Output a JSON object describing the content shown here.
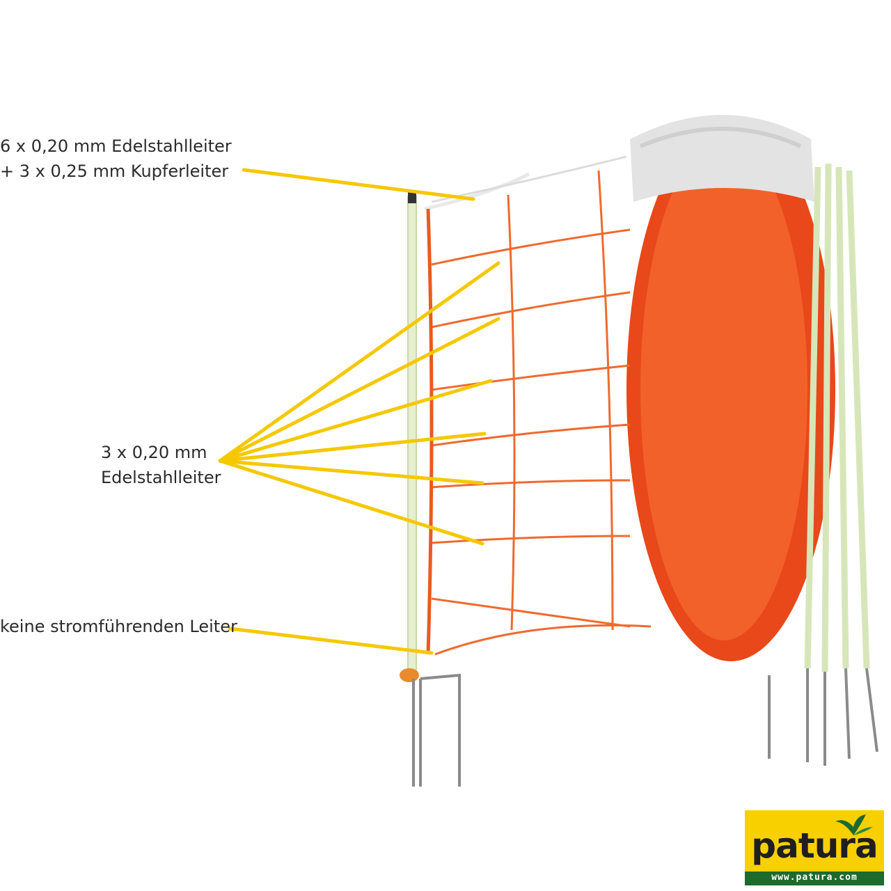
{
  "labels": {
    "top": [
      "6 x 0,20 mm Edelstahlleiter",
      "+ 3 x 0,25 mm Kupferleiter"
    ],
    "middle": [
      "3 x 0,20 mm",
      "Edelstahlleiter"
    ],
    "bottom": "keine stromführenden Leiter"
  },
  "logo": {
    "brand": "patura",
    "url": "www.patura.com"
  },
  "colors": {
    "leader": "#f5c800",
    "net": "#ef5a22",
    "post": "#e6efcf",
    "logo_bg": "#f8d000",
    "logo_bar": "#1c6b2c"
  }
}
